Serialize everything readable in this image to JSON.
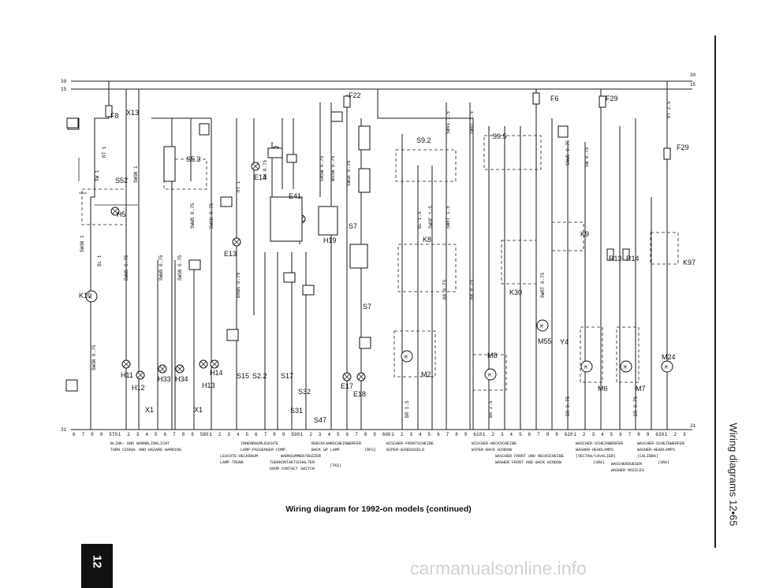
{
  "caption": "Wiring diagram for 1992-on models (continued)",
  "page_title": "Wiring diagrams  12•65",
  "chapter_tab": "12",
  "watermark": "carmanualsonline.info",
  "rails": {
    "r30": "30",
    "r15": "15",
    "r31": "31"
  },
  "fuses": [
    "F8",
    "F22",
    "F6",
    "F29",
    "F29"
  ],
  "components": [
    "S52",
    "H5",
    "K10",
    "X13",
    "S5.3",
    "E14",
    "E41",
    "E13",
    "H19",
    "S7",
    "S7",
    "S9.2",
    "K8",
    "S9.5",
    "K30",
    "M55",
    "K9",
    "R13",
    "R14",
    "K97",
    "H11",
    "H12",
    "X1",
    "H33",
    "H34",
    "H13",
    "H14",
    "X1",
    "S15",
    "S2.2",
    "S17",
    "S32",
    "S31",
    "S47",
    "E17",
    "E18",
    "M2",
    "M8",
    "Y4",
    "M6",
    "M7",
    "M24"
  ],
  "grid_numbers": [
    "6",
    "7",
    "8",
    "9",
    "570",
    "1",
    "2",
    "3",
    "4",
    "5",
    "6",
    "7",
    "8",
    "9",
    "580",
    "1",
    "2",
    "3",
    "4",
    "5",
    "6",
    "7",
    "8",
    "9",
    "590",
    "1",
    "2",
    "3",
    "4",
    "5",
    "6",
    "7",
    "8",
    "9",
    "600",
    "1",
    "2",
    "3",
    "4",
    "5",
    "6",
    "7",
    "8",
    "9",
    "610",
    "1",
    "2",
    "3",
    "4",
    "5",
    "6",
    "7",
    "8",
    "9",
    "620",
    "1",
    "2",
    "3",
    "4",
    "5",
    "6",
    "7",
    "8",
    "9",
    "630",
    "1",
    "2",
    "3"
  ],
  "circuit_captions": [
    "BLINK- UND WARNBLINKLICHT",
    "TURN SIGNAL AND HAZARD WARNING",
    "INNENRAUMLEUCHTE",
    "LAMP-PASSENGER COMP.",
    "LEUCHTE-HECKRAUM",
    "LAMP-TRUNK",
    "RUECKFAHRSCHEINWERFER",
    "BACK UP LAMP",
    "(RFS)",
    "WARNSUMMER/BUZZER",
    "TUERKONTAKTSCHALTER",
    "DOOR CONTACT SWITCH",
    "(TKS)",
    "WISCHER-FRONTSCHEIBE",
    "WIPER-WINDSHIELD",
    "WISCHER-HECKSCHEIBE",
    "WIPER-BACK WINDOW",
    "WASCHER FRONT UND HECKSCHEIBE",
    "WASHER FRONT AND BACK WINDOW",
    "WASCHER-SCHEINWERFER",
    "WASHER-HEADLAMPS",
    "(VECTRA/CAVALIER)",
    "(SRA)",
    "WASCHERDUESEN",
    "WASHER NOZZLES",
    "WASCHER-SCHEINWERFER",
    "WASHER-HEADLAMPS",
    "(CALIBRA)",
    "(SRA)"
  ],
  "wire_labels": [
    "SW 1",
    "RT 1",
    "SWGN 1",
    "SWGN 0.75",
    "BL 1",
    "GR 0.75",
    "SWWS 0.75",
    "SWGN 0.75",
    "BR 0.75",
    "BRWS 0.75",
    "SW 0.75",
    "GNSW 0.75",
    "WSSW 0.75",
    "SWGE 0.75",
    "BL 1.5",
    "SWGE 1.5",
    "SWRT 1.5",
    "SWVI 1.5",
    "GNWS 0.75",
    "RT 2.5",
    "BR 1.5",
    "BR 2.5",
    "SWRT 0.75",
    "SW 0.75"
  ]
}
